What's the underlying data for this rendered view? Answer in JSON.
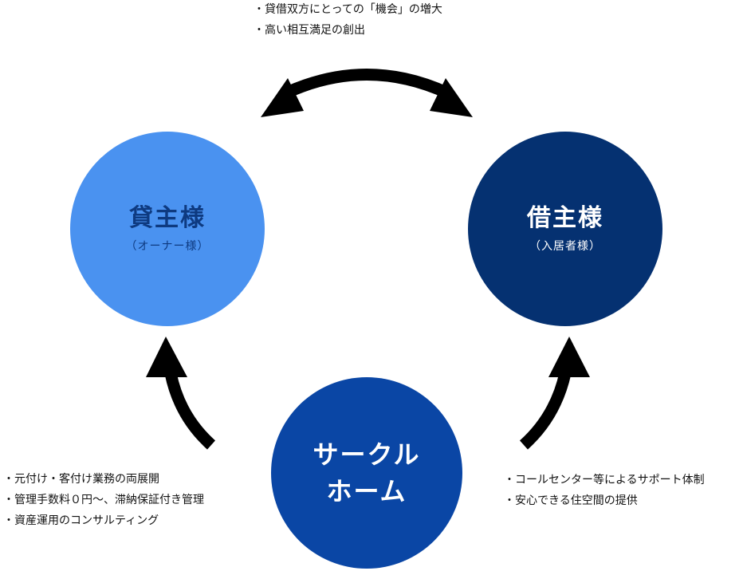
{
  "nodes": {
    "owner": {
      "title": "貸主様",
      "subtitle": "（オーナー様）",
      "color": "#4a92f0"
    },
    "tenant": {
      "title": "借主様",
      "subtitle": "（入居者様）",
      "color": "#053171"
    },
    "company": {
      "title_line1": "サークル",
      "title_line2": "ホーム",
      "color": "#0a46a5"
    }
  },
  "notes": {
    "top": [
      "・貸借双方にとっての「機会」の増大",
      "・高い相互満足の創出"
    ],
    "left": [
      "・元付け・客付け業務の両展開",
      "・管理手数料０円〜、滞納保証付き管理",
      "・資産運用のコンサルティング"
    ],
    "right": [
      "・コールセンター等によるサポート体制",
      "・安心できる住空間の提供"
    ]
  },
  "arrow_color": "#000000"
}
